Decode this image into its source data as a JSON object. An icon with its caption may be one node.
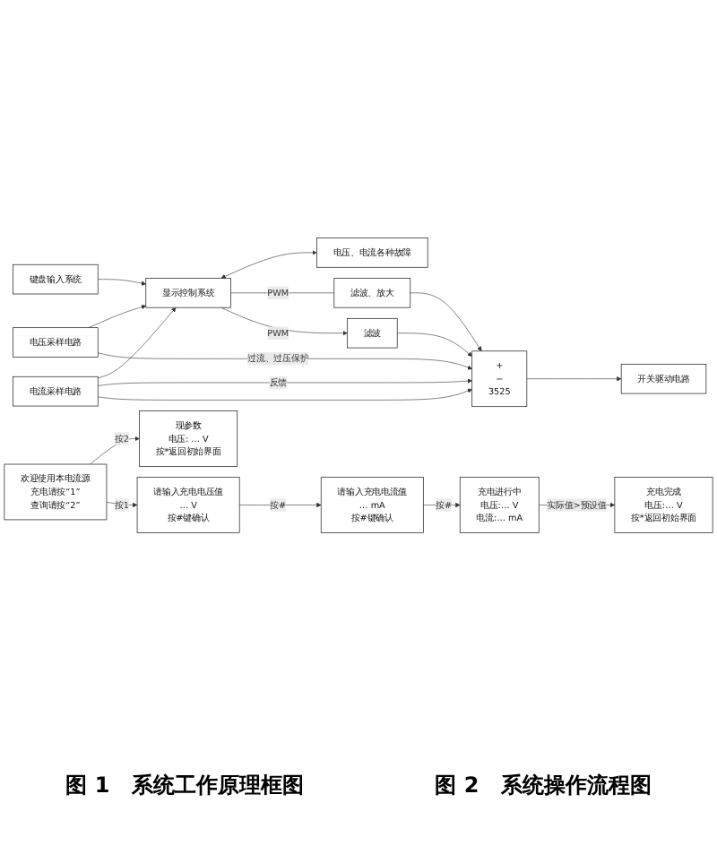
{
  "diagram": {
    "nodes": [
      {
        "text": [
          "键盘输入系统"
        ]
      },
      {
        "text": [
          "电压、电流各种故障"
        ]
      },
      {
        "text": [
          "显示控制系统"
        ]
      },
      {
        "text": [
          "滤波、放大"
        ]
      },
      {
        "text": [
          "滤波"
        ]
      },
      {
        "text": [
          "+",
          "−",
          "3525"
        ]
      },
      {
        "text": [
          "开关驱动电路"
        ]
      },
      {
        "text": [
          "电压采样电路"
        ]
      },
      {
        "text": [
          "电流采样电路"
        ]
      },
      {
        "text": [
          "欢迎使用本电流源",
          "充电请按“1”",
          "查询请按“2”"
        ]
      },
      {
        "text": [
          "现参数",
          "电压: … V",
          "按*返回初始界面"
        ]
      },
      {
        "text": [
          "请输入充电电压值",
          "… V",
          "按#键确认"
        ]
      },
      {
        "text": [
          "请输入充电电流值",
          "… mA",
          "按#键确认"
        ]
      },
      {
        "text": [
          "充电进行中",
          "电压:… V",
          "电流:… mA"
        ]
      },
      {
        "text": [
          "充电完成",
          "电压:… V",
          "按*返回初始界面"
        ]
      }
    ],
    "edges": [
      {
        "from": 0,
        "to": 2,
        "arrow": "to"
      },
      {
        "from": 2,
        "to": 1,
        "arrow": "both"
      },
      {
        "from": 2,
        "to": 3,
        "label": "PWM",
        "arrow": "none"
      },
      {
        "from": 3,
        "to": 5,
        "arrow": "to"
      },
      {
        "from": 2,
        "to": 4,
        "label": "PWM",
        "arrow": "to"
      },
      {
        "from": 4,
        "to": 5,
        "arrow": "to"
      },
      {
        "from": 7,
        "to": 2,
        "arrow": "to"
      },
      {
        "from": 8,
        "to": 2,
        "arrow": "to"
      },
      {
        "from": 8,
        "to": 5,
        "label": "反馈",
        "arrow": "to"
      },
      {
        "from": 7,
        "to": 5,
        "label": "过流、过压保护",
        "arrow": "to"
      },
      {
        "from": 8,
        "to": 5,
        "arrow": "to"
      },
      {
        "from": 5,
        "to": 6,
        "arrow": "to"
      },
      {
        "from": 9,
        "to": 10,
        "label": "按2",
        "arrow": "to"
      },
      {
        "from": 9,
        "to": 11,
        "label": "按1",
        "arrow": "to"
      },
      {
        "from": 11,
        "to": 12,
        "label": "按#",
        "arrow": "to"
      },
      {
        "from": 12,
        "to": 13,
        "label": "按#",
        "arrow": "to"
      },
      {
        "from": 13,
        "to": 14,
        "label": "实际值>预设值",
        "arrow": "to"
      }
    ],
    "labels": [
      "图 1　系统工作原理框图",
      "图 2　系统操作流程图"
    ]
  }
}
